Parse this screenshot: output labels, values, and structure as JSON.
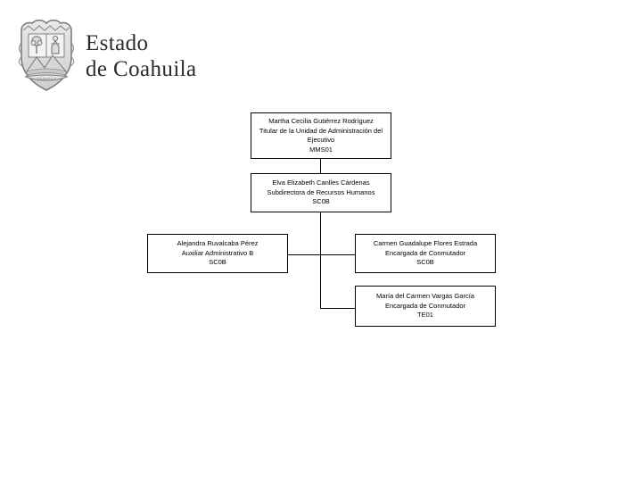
{
  "letterhead": {
    "crest_icon": "coahuila-coat-of-arms-icon",
    "wordmark_line_1": "Estado",
    "wordmark_line_2": "de Coahuila",
    "wordmark": "Estado\nde Coahuila"
  },
  "org_chart": {
    "nodes": [
      {
        "id": "titular",
        "name": "Martha Cecilia Gutiérrez Rodríguez",
        "title": "Titular de la Unidad de Administración del Ejecutivo",
        "code": "MMS01"
      },
      {
        "id": "subdirectora",
        "name": "Elva Elizabeth Canlles Cárdenas",
        "title": "Subdirectora de Recursos Humanos",
        "code": "SC0B"
      },
      {
        "id": "auxiliar",
        "name": "Alejandra Ruvalcaba Pérez",
        "title": "Auxiliar Administrativo  B",
        "code": "SC0B"
      },
      {
        "id": "conmutador_1",
        "name": "Carmen Guadalupe Flores Estrada",
        "title": "Encargada de Conmutador",
        "code": "SC0B"
      },
      {
        "id": "conmutador_2",
        "name": "María del Carmen Vargas García",
        "title": "Encargada de Conmutador",
        "code": "TE01"
      }
    ]
  },
  "colors": {
    "background": "#ffffff",
    "box_border": "#000000",
    "text": "#000000",
    "wordmark": "#2b2b2b",
    "connector": "#000000"
  }
}
